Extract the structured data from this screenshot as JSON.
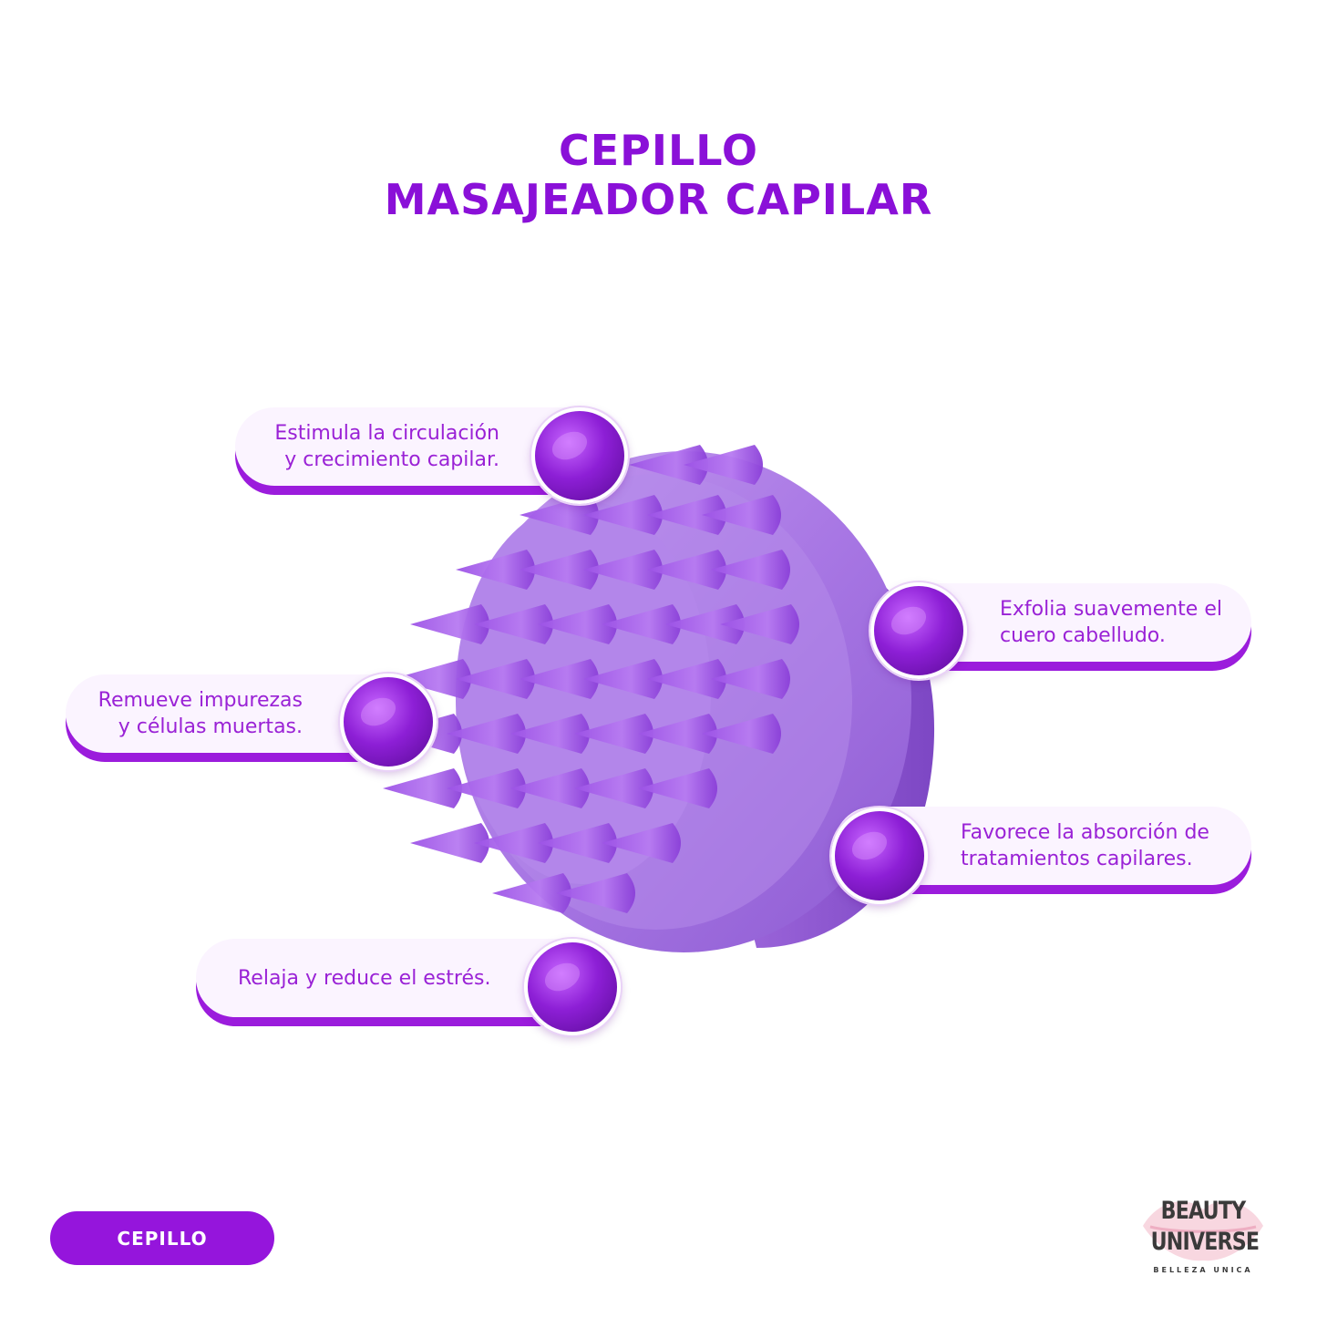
{
  "title": {
    "line1": "CEPILLO",
    "line2": "MASAJEADOR CAPILAR"
  },
  "callouts": [
    {
      "line1": "Estimula la circulación",
      "line2": "y crecimiento capilar."
    },
    {
      "line1": "Exfolia suavemente el",
      "line2": "cuero cabelludo."
    },
    {
      "line1": "Remueve impurezas",
      "line2": "y células muertas."
    },
    {
      "line1": "Favorece la absorción de",
      "line2": "tratamientos capilares."
    },
    {
      "line1": "Relaja y reduce el estrés.",
      "line2": ""
    }
  ],
  "tag": {
    "label": "CEPILLO"
  },
  "logo": {
    "line1": "BEAUTY",
    "line2": "UNIVERSE",
    "subtitle": "BELLEZA UNICA"
  },
  "colors": {
    "accent": "#8a10d8",
    "callout_bg": "#fbf4ff",
    "product": "#a66be0"
  }
}
